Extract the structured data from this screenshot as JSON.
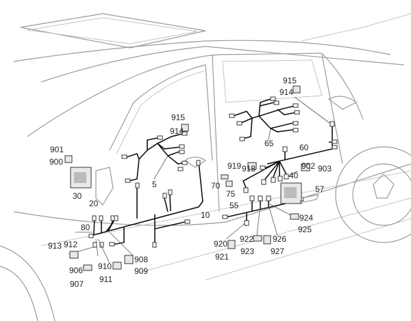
{
  "diagram": {
    "labels": [
      "915",
      "914",
      "915",
      "914",
      "65",
      "60",
      "901",
      "900",
      "30",
      "5",
      "919",
      "918",
      "902",
      "903",
      "40",
      "57",
      "70",
      "75",
      "20",
      "55",
      "10",
      "924",
      "925",
      "80",
      "922",
      "926",
      "920",
      "923",
      "927",
      "921",
      "913",
      "912",
      "908",
      "909",
      "906",
      "910",
      "911",
      "907"
    ]
  },
  "colors": {
    "line": "#111111",
    "body": "#9a9a9a"
  }
}
